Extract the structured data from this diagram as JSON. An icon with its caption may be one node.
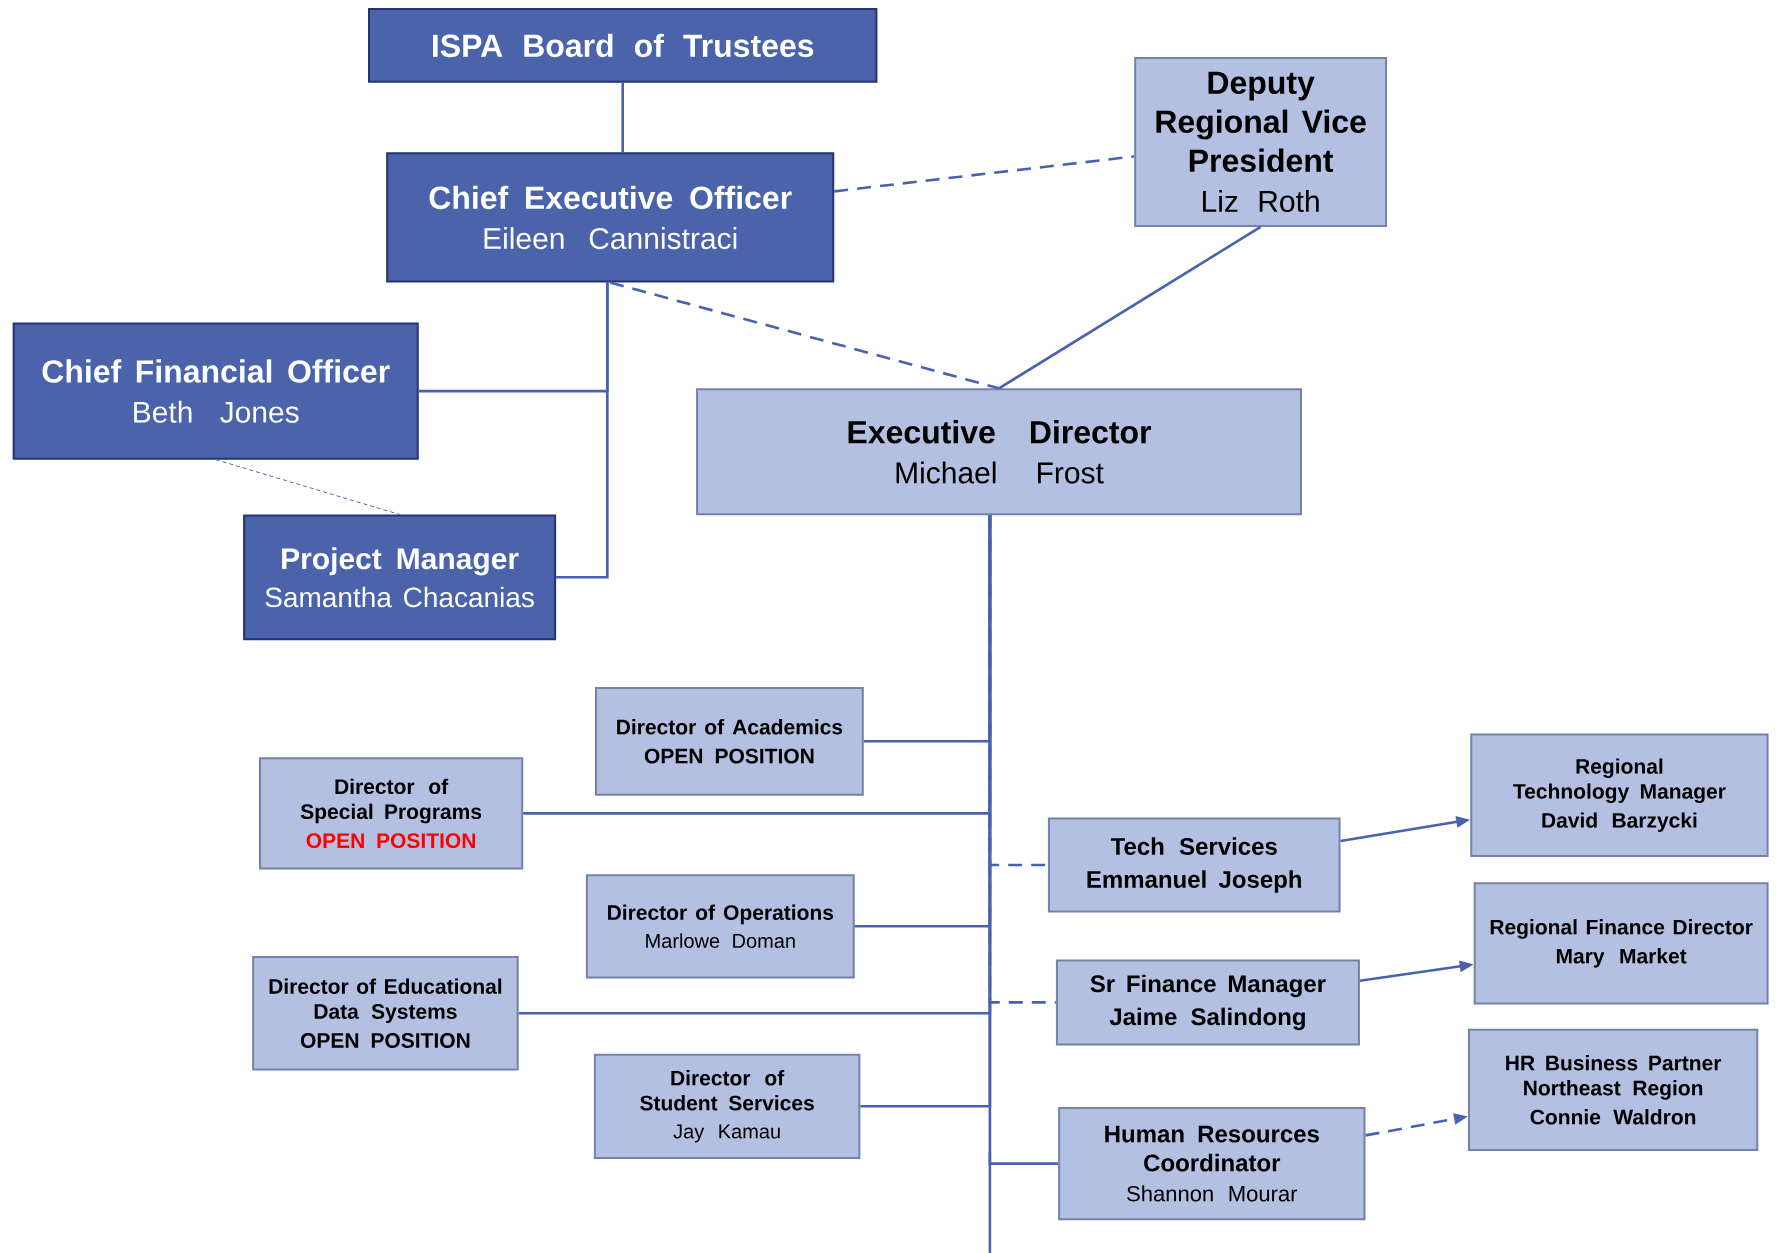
{
  "diagram": {
    "nodes": [
      {
        "text": [
          "ISPA Board of Trustees"
        ]
      },
      {
        "text": [
          "Chief Executive Officer",
          "Eileen Cannistraci"
        ]
      },
      {
        "text": [
          "Deputy Regional Vice President",
          "Liz Roth"
        ]
      },
      {
        "text": [
          "Chief Financial Officer",
          "Beth Jones"
        ]
      },
      {
        "text": [
          "Project Manager",
          "Samantha Chacanias"
        ]
      },
      {
        "text": [
          "Executive Director",
          "Michael Frost"
        ]
      },
      {
        "text": [
          "Director of Academics",
          "OPEN POSITION"
        ]
      },
      {
        "text": [
          "Director of Special Programs",
          "OPEN POSITION"
        ]
      },
      {
        "text": [
          "Tech Services",
          "Emmanuel Joseph"
        ]
      },
      {
        "text": [
          "Director of Operations",
          "Marlowe Doman"
        ]
      },
      {
        "text": [
          "Director of Educational Data Systems",
          "OPEN POSITION"
        ]
      },
      {
        "text": [
          "Sr Finance Manager",
          "Jaime Salindong"
        ]
      },
      {
        "text": [
          "Director of Student Services",
          "Jay Kamau"
        ]
      },
      {
        "text": [
          "Human Resources Coordinator",
          "Shannon Mourar"
        ]
      },
      {
        "text": [
          "Regional Technology Manager",
          "David Barzycki"
        ]
      },
      {
        "text": [
          "Regional Finance Director",
          "Mary Market"
        ]
      },
      {
        "text": [
          "HR Business Partner Northeast Region",
          "Connie Waldron"
        ]
      }
    ],
    "edges": [
      {
        "from": 0,
        "to": 1,
        "arrow": "none"
      },
      {
        "from": 1,
        "to": 2,
        "arrow": "none",
        "style": "dashed"
      },
      {
        "from": 1,
        "to": 5,
        "arrow": "none",
        "style": "dashed"
      },
      {
        "from": 2,
        "to": 5,
        "arrow": "none"
      },
      {
        "from": 1,
        "to": 3,
        "arrow": "none"
      },
      {
        "from": 1,
        "to": 4,
        "arrow": "none"
      },
      {
        "from": 3,
        "to": 4,
        "arrow": "none",
        "style": "dashed"
      },
      {
        "from": 5,
        "to": 6,
        "arrow": "none"
      },
      {
        "from": 5,
        "to": 7,
        "arrow": "none"
      },
      {
        "from": 5,
        "to": 8,
        "arrow": "none",
        "style": "dashed"
      },
      {
        "from": 5,
        "to": 9,
        "arrow": "none"
      },
      {
        "from": 5,
        "to": 10,
        "arrow": "none"
      },
      {
        "from": 5,
        "to": 11,
        "arrow": "none",
        "style": "dashed"
      },
      {
        "from": 5,
        "to": 12,
        "arrow": "none"
      },
      {
        "from": 5,
        "to": 13,
        "arrow": "none"
      },
      {
        "from": 8,
        "to": 14,
        "arrow": "to"
      },
      {
        "from": 11,
        "to": 15,
        "arrow": "to"
      },
      {
        "from": 13,
        "to": 16,
        "arrow": "to",
        "style": "dashed"
      }
    ]
  }
}
